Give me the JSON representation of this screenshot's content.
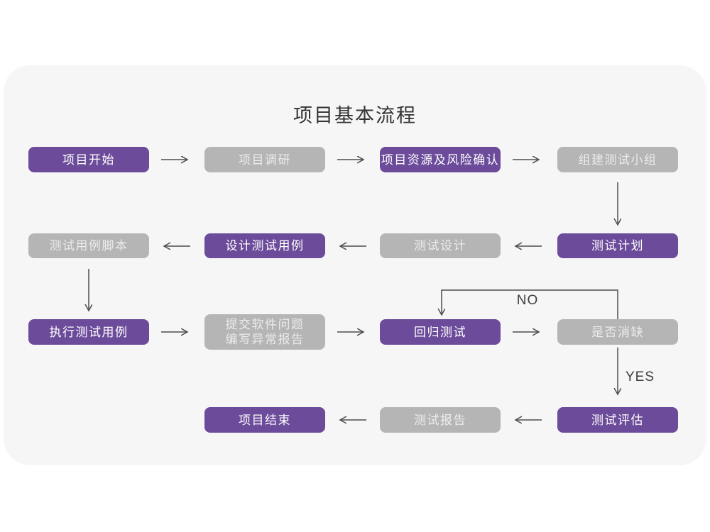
{
  "title": "项目基本流程",
  "colors": {
    "purple": "#6b4b9a",
    "gray": "#b5b5b5",
    "panel": "#f6f6f6",
    "arrow": "#4d4d4d"
  },
  "nodes": {
    "project_start": "项目开始",
    "project_research": "项目调研",
    "resource_risk": "项目资源及风险确认",
    "build_team": "组建测试小组",
    "case_script": "测试用例脚本",
    "design_case": "设计测试用例",
    "test_design": "测试设计",
    "test_plan": "测试计划",
    "execute_case": "执行测试用例",
    "submit_issue": "提交软件问题\n编写异常报告",
    "regression_test": "回归测试",
    "defect_resolved": "是否消缺",
    "test_evaluate": "测试评估",
    "test_report": "测试报告",
    "project_end": "项目结束"
  },
  "edge_labels": {
    "no": "NO",
    "yes": "YES"
  }
}
